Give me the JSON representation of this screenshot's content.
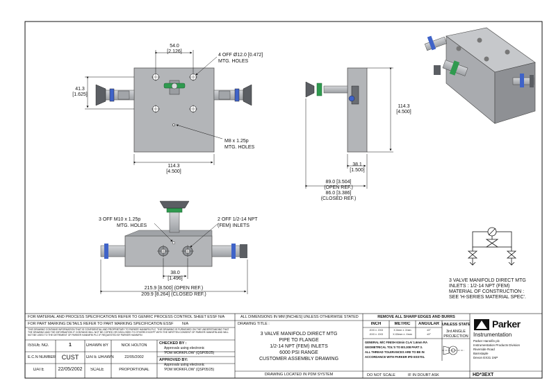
{
  "front_view": {
    "dim_top_a": "54.0",
    "dim_top_b": "[2.126]",
    "mtg_holes_a": "4 OFF Ø12.0 [0.472]",
    "mtg_holes_b": "MTG. HOLES",
    "dim_left_a": "41.3",
    "dim_left_b": "[1.625]",
    "m8_a": "M8 x 1.25p",
    "m8_b": "MTG. HOLES",
    "dim_bottom_a": "114.3",
    "dim_bottom_b": "[4.500]"
  },
  "side_view": {
    "dim_height_a": "114.3",
    "dim_height_b": "[4.500]",
    "dim_depth_a": "38.1",
    "dim_depth_b": "[1.500]",
    "open_a": "89.0 [3.504]",
    "open_b": "(OPEN REF.)",
    "closed_a": "86.0 [3.386]",
    "closed_b": "(CLOSED REF.)"
  },
  "plan_view": {
    "m10_a": "3 OFF M10 x 1.25p",
    "m10_b": "MTG. HOLES",
    "npt_a": "2 OFF 1/2-14 NPT",
    "npt_b": "(FEM) INLETS",
    "dim_center_a": "38.0",
    "dim_center_b": "[1.496]",
    "open_len": "215.9 [8.500] (OPEN REF.)",
    "closed_len": "209.9 [8.264] (CLOSED REF.)"
  },
  "schematic_notes": {
    "line1": "3 VALVE MANIFOLD DIRECT MTG",
    "line2": "INLETS : 1/2-14 NPT (FEM)",
    "line3": "MATERIAL OF CONSTRUCTION :",
    "line4": "SEE 'H-SERIES MATERIAL SPEC'."
  },
  "title_block": {
    "note1": "FOR MATERIAL AND PROCESS SPECIFICATIONS REFER TO GENRIC PROCESS CONTROL SHEET ESSF",
    "note1_val": "N/A",
    "note2": "FOR PART MARKING DETAILS REFER TO PART MARKING SPECIFICATION ESSF",
    "note2_val": "N/A",
    "confidential": "THIS DRAWING CONTAINS INFORMATION THAT IS CONFIDENTIAL AND PROPRIETARY TO PARKER HANNIFIN PLC. THIS DRAWING IS FURNISHED ON THE UNDERSTANDING THAT THE DRAWING AND THE INFORMATION IT CONTAINS WILL NOT BE COPIED OR DISCLOSED TO OTHERS EXCEPT WITH THE WRITTEN CONSENT OF PARKER HANNIFIN AND WILL NOT BE USED TO THE DETRIMENT OF PARKER HANNIFIN PLC IF REQUESTED BY PARKER HANNIFIN",
    "issue_no_label": "ISSUE NO.",
    "issue_no": "1",
    "drawn_by_label": "DRAWN BY",
    "drawn_by": "NICK HOLTON",
    "ecn_label": "E.C.N NUMBER",
    "ecn": "CUST",
    "date_drawn_label": "DATE DRAWN",
    "date_drawn": "22/05/2002",
    "date_label": "DATE",
    "date": "22/05/2002",
    "scale_label": "SCALE",
    "scale": "PROPORTIONAL",
    "checked_by": "CHECKED BY :",
    "checked_l1": "Approvals using electronic",
    "checked_l2": "'PDM WORKFLOW' (QSP05/25)",
    "approved_by": "APPROVED BY:",
    "approved_l1": "Approvals using electronic",
    "approved_l2": "'PDM WORKFLOW' (QSP05/25)",
    "dims_note": "ALL DIMENSIONS IN MM [INCHES] UNLESS OTHERWISE STATED",
    "drawing_title_label": "DRAWING TITLE :",
    "title_l1": "3 VALVE MANIFOLD DIRECT MTG",
    "title_l2": "PIPE TO FLANGE",
    "title_l3": "1/2-14 NPT (FEM) INLETS",
    "title_l4": "6000 PSI RANGE",
    "title_l5": "CUSTOMER ASSEMBLY DRAWING",
    "pdm_note": "DRAWING LOCATED IN PDM SYSTEM",
    "remove_burrs": "REMOVE ALL SHARP EDGES AND BURRS",
    "inch": "INCH",
    "metric": "METRIC",
    "angular": "ANGULAR",
    "tol_inch_1": ".XXX ± .XXX",
    "tol_inch_2": ".XXX ± .XXX",
    "tol_metric_1": "X.Xmm ± .Xmm",
    "tol_metric_2": "X.XXmm ± .Xmm",
    "tol_ang_1": "±X°",
    "tol_ang_2": "±X°",
    "unless_stated": "UNLESS STATED",
    "projection_1": "3rd ANGLE",
    "projection_2": "PROJECTION",
    "general_l1": "GENERAL M/C FINISH 63min CLA/ 1.6mm RA",
    "general_l2": "GEOMETRICAL TOL'S TO BS.308 PART 3.",
    "general_l3": "ALL THREAD TOLERANCES ARE TO BE IN",
    "general_l4": "ACCORDANCE WITH PARKER IPD ESS701.",
    "do_not_scale": "DO NOT SCALE",
    "if_in_doubt": "IF IN DOUBT ASK",
    "brand": "Parker",
    "brand_sub": "Instrumentation",
    "address_l1": "Parker Hannifin plc",
    "address_l2": "Instrumentation Products Division",
    "address_l3": "Riverside Road",
    "address_l4": "Barnstaple",
    "address_l5": "Devon EX31 1NP",
    "part_no": "HD*3EXT"
  },
  "colors": {
    "body": "#b3b5b8",
    "body_dark": "#8e9094",
    "handle": "#5b5e63",
    "green_ring": "#2f9a4f",
    "blue_ring": "#3f63c8",
    "line": "#111111"
  }
}
